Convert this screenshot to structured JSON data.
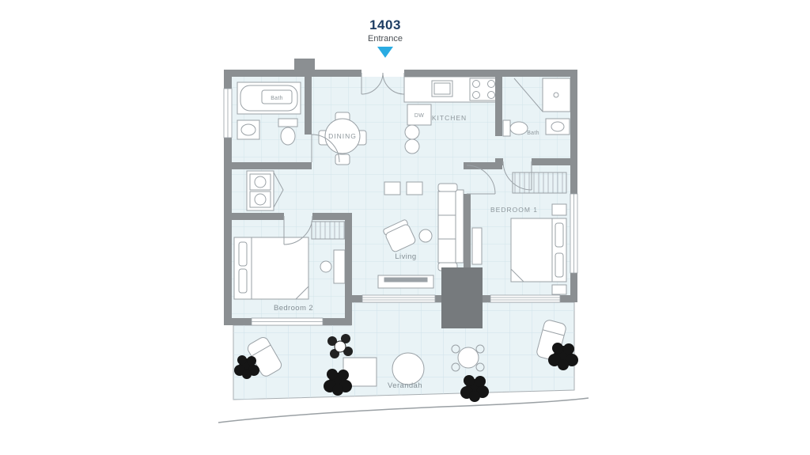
{
  "header": {
    "unit_number": "1403",
    "entrance_label": "Entrance"
  },
  "labels": {
    "bath_1": "Bath",
    "dining": "DINING",
    "dishwasher": "DW",
    "kitchen": "KITCHEN",
    "bath_2": "Bath",
    "bedroom_1": "BEDROOM 1",
    "bedroom_2": "Bedroom 2",
    "living": "Living",
    "verandah": "Verandah"
  },
  "colors": {
    "accent": "#29abe2",
    "wall": "#8b8f92",
    "wall_dark": "#767a7d",
    "floor": "#e9f3f6",
    "tile_line": "#d2e4eb",
    "furniture_line": "#9aa1a6",
    "label_text": "#8e979c",
    "title_text": "#1d3d63"
  }
}
